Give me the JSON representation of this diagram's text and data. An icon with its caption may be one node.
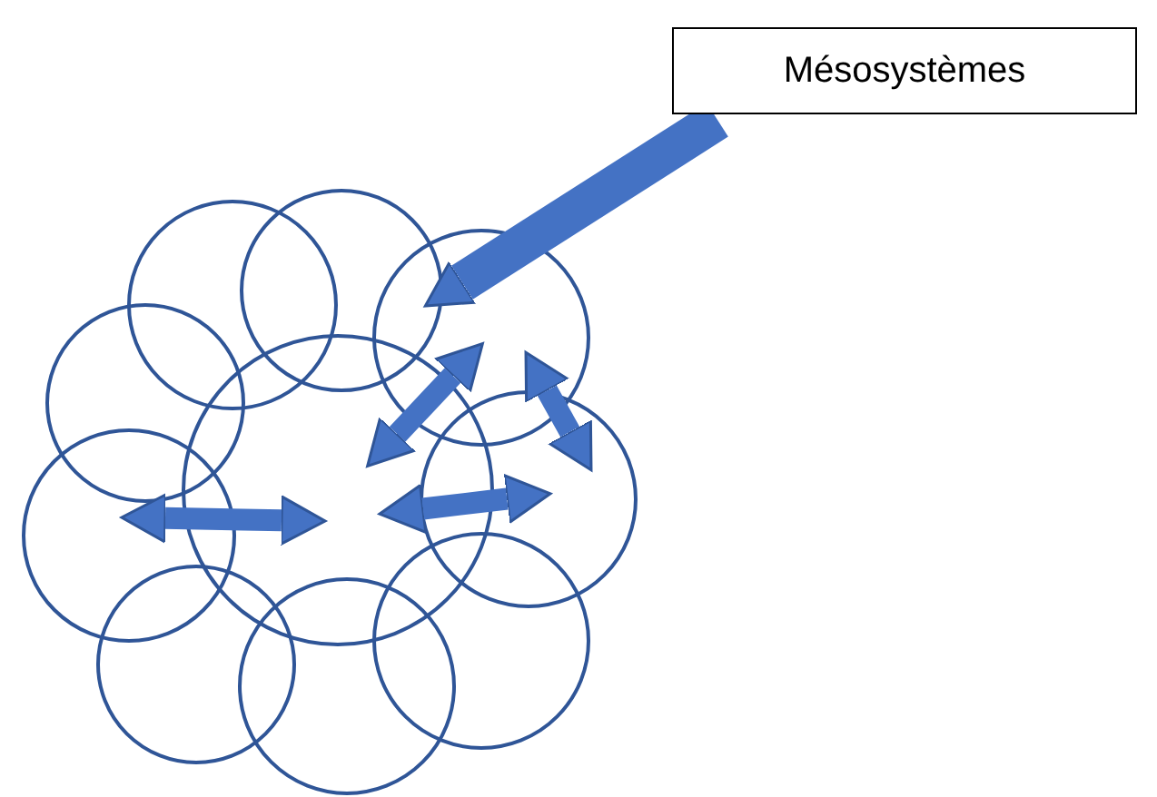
{
  "diagram": {
    "nodes": [
      {
        "text": [
          "Mésosystèmes"
        ]
      },
      {
        "text": [],
        "shape": "circle"
      },
      {
        "text": [],
        "shape": "circle"
      },
      {
        "text": [],
        "shape": "circle"
      },
      {
        "text": [],
        "shape": "circle"
      },
      {
        "text": [],
        "shape": "circle"
      },
      {
        "text": [],
        "shape": "circle"
      },
      {
        "text": [],
        "shape": "circle"
      },
      {
        "text": [],
        "shape": "circle"
      },
      {
        "text": [],
        "shape": "circle"
      },
      {
        "text": [],
        "shape": "circle"
      }
    ],
    "edges": [
      {
        "from": 0,
        "to": 3,
        "arrow": "to",
        "style": "thick"
      },
      {
        "from": 7,
        "to": 5,
        "arrow": "both"
      },
      {
        "from": 5,
        "to": 3,
        "arrow": "both"
      },
      {
        "from": 3,
        "to": 6,
        "arrow": "both"
      },
      {
        "from": 5,
        "to": 6,
        "arrow": "both"
      }
    ]
  }
}
